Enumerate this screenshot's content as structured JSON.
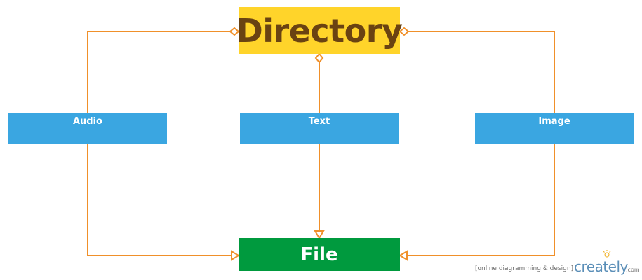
{
  "diagram": {
    "nodes": {
      "directory": "Directory",
      "file": "File",
      "audio": "Audio",
      "text": "Text",
      "image": "Image"
    },
    "edges": [
      {
        "from": "audio",
        "to": "directory",
        "relation": "aggregation"
      },
      {
        "from": "text",
        "to": "directory",
        "relation": "aggregation"
      },
      {
        "from": "image",
        "to": "directory",
        "relation": "aggregation"
      },
      {
        "from": "audio",
        "to": "file",
        "relation": "generalization"
      },
      {
        "from": "text",
        "to": "file",
        "relation": "generalization"
      },
      {
        "from": "image",
        "to": "file",
        "relation": "generalization"
      }
    ],
    "colors": {
      "directory_fill": "#ffd42a",
      "directory_text": "#6a4312",
      "file_fill": "#009a3e",
      "class_fill": "#3aa6e1",
      "connector": "#f0902a"
    }
  },
  "watermark": {
    "tagline": "[online diagramming & design]",
    "brand": "creately",
    "domain": ".com",
    "icon": "lightbulb-icon"
  }
}
